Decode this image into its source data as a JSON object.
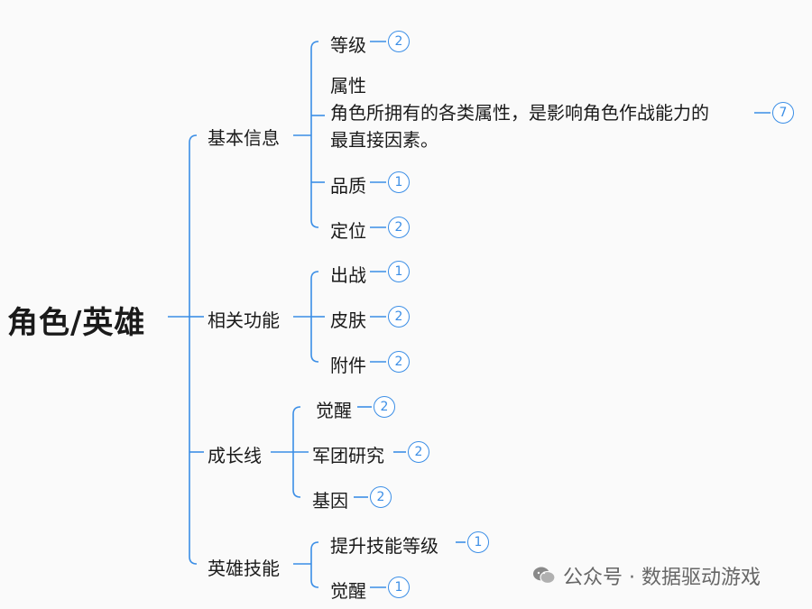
{
  "root": {
    "label": "角色/英雄"
  },
  "groups": [
    {
      "label": "基本信息",
      "items": [
        {
          "label": "等级",
          "count": "2"
        },
        {
          "label": "属性",
          "desc1": "角色所拥有的各类属性，是影响角色作战能力的",
          "desc2": "最直接因素。",
          "count": "7"
        },
        {
          "label": "品质",
          "count": "1"
        },
        {
          "label": "定位",
          "count": "2"
        }
      ]
    },
    {
      "label": "相关功能",
      "items": [
        {
          "label": "出战",
          "count": "1"
        },
        {
          "label": "皮肤",
          "count": "2"
        },
        {
          "label": "附件",
          "count": "2"
        }
      ]
    },
    {
      "label": "成长线",
      "items": [
        {
          "label": "觉醒",
          "count": "2"
        },
        {
          "label": "军团研究",
          "count": "2"
        },
        {
          "label": "基因",
          "count": "2"
        }
      ]
    },
    {
      "label": "英雄技能",
      "items": [
        {
          "label": "提升技能等级",
          "count": "1"
        },
        {
          "label": "觉醒",
          "count": "1"
        }
      ]
    }
  ],
  "watermark": {
    "text": "公众号 · 数据驱动游戏"
  },
  "colors": {
    "line": "#3b8ee6",
    "badge": "#3b8ee6"
  }
}
